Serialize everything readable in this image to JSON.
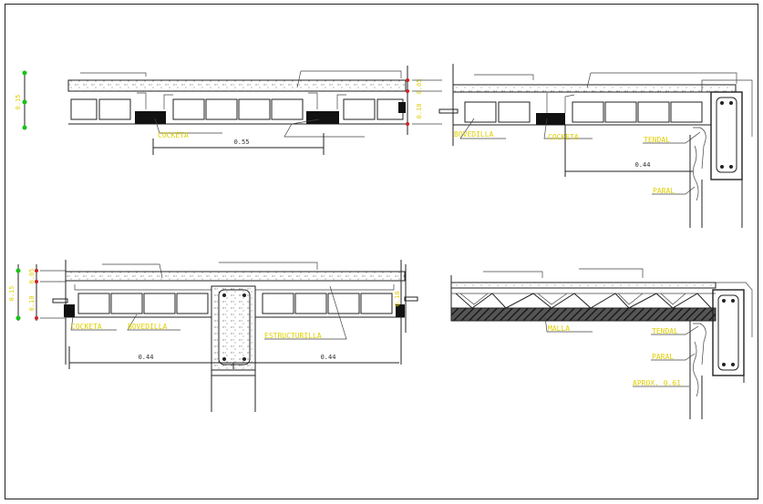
{
  "colors": {
    "label": "#e0d000",
    "line": "#222222",
    "marker": "#17c217",
    "background": "#ffffff"
  },
  "detail_1": {
    "thickness_dim": "0.15",
    "side_dims": [
      "0.05",
      "0.10"
    ],
    "labels": {
      "cocketa": "COCKETA"
    },
    "span_dim": "0.55"
  },
  "detail_2": {
    "labels": {
      "bovedilla": "BOVEDILLA",
      "cocketa": "COCKETA",
      "tendal": "TENDAL",
      "paral": "PARAL"
    },
    "span_dim": "0.44"
  },
  "detail_3": {
    "thickness_dim": "0.15",
    "side_dims": [
      "0.05",
      "0.10"
    ],
    "right_dim": "0.10",
    "labels": {
      "cocketa": "COCKETA",
      "bovedilla": "BOVEDILLA",
      "estructurilla": "ESTRUCTURILLA"
    },
    "span_dims": [
      "0.44",
      "0.44"
    ]
  },
  "detail_4": {
    "labels": {
      "malla": "MALLA",
      "tendal": "TENDAL",
      "paral": "PARAL",
      "aprox": "APROX. 0.61"
    }
  }
}
